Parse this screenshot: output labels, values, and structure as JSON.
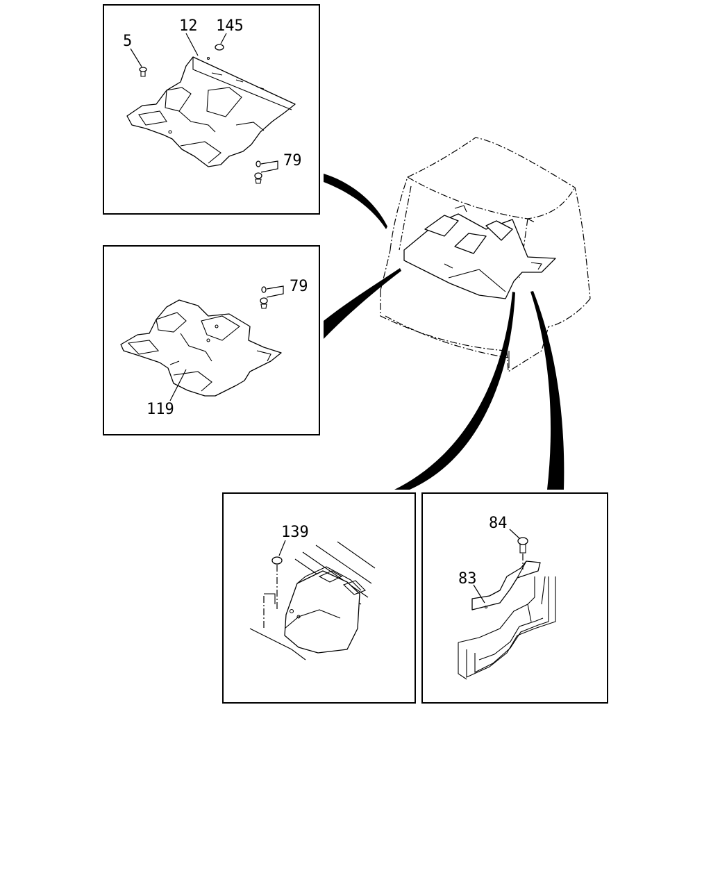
{
  "labels": {
    "p5": "5",
    "p12": "12",
    "p145": "145",
    "p79a": "79",
    "p79b": "79",
    "p119": "119",
    "p139": "139",
    "p84": "84",
    "p83": "83"
  }
}
